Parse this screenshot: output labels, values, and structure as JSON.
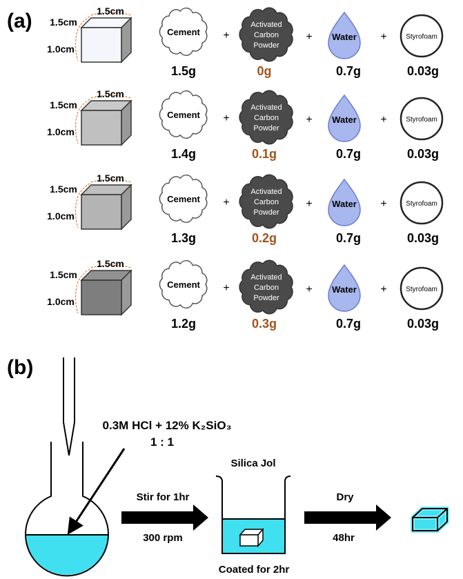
{
  "panel_a": {
    "label": "(a)",
    "dim_top": "1.5cm",
    "dim_side": "1.5cm",
    "dim_height": "1.0cm",
    "ingredients": {
      "cement": "Cement",
      "carbon_line1": "Activated",
      "carbon_line2": "Carbon",
      "carbon_line3": "Powder",
      "water": "Water",
      "styrofoam": "Styrofoam",
      "plus": "+"
    },
    "rows": [
      {
        "cube_color": "#f4f6fb",
        "cement": "1.5g",
        "carbon": "0g",
        "water": "0.7g",
        "styrofoam": "0.03g"
      },
      {
        "cube_color": "#c0c0c0",
        "cement": "1.4g",
        "carbon": "0.1g",
        "water": "0.7g",
        "styrofoam": "0.03g"
      },
      {
        "cube_color": "#b4b4b4",
        "cement": "1.3g",
        "carbon": "0.2g",
        "water": "0.7g",
        "styrofoam": "0.03g"
      },
      {
        "cube_color": "#7e7e7e",
        "cement": "1.2g",
        "carbon": "0.3g",
        "water": "0.7g",
        "styrofoam": "0.03g"
      }
    ],
    "colors": {
      "carbon_amount": "#a0521a",
      "water_fill": "#a8b8ee",
      "carbon_fill": "#4a4a4a",
      "dim_line": "#e07a30"
    }
  },
  "panel_b": {
    "label": "(b)",
    "reagent_line1": "0.3M HCl + 12% K₂SiO₃",
    "reagent_line2": "1 : 1",
    "stir_label": "Stir for 1hr",
    "rpm_label": "300 rpm",
    "beaker_title": "Silica Jol",
    "coated_label": "Coated for 2hr",
    "dry_label": "Dry",
    "dry_time": "48hr",
    "colors": {
      "liquid": "#40e0f0"
    }
  }
}
